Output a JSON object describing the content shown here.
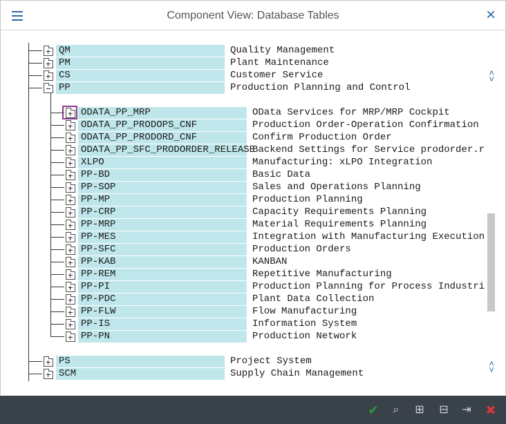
{
  "window": {
    "title": "Component View: Database Tables"
  },
  "tree": {
    "top_nodes": [
      {
        "key": "QM",
        "description": "Quality Management"
      },
      {
        "key": "PM",
        "description": "Plant Maintenance"
      },
      {
        "key": "CS",
        "description": "Customer Service"
      },
      {
        "key": "PP",
        "description": "Production Planning and Control"
      }
    ],
    "pp_children": [
      {
        "key": "ODATA_PP_MRP",
        "description": "OData Services for MRP/MRP Cockpit"
      },
      {
        "key": "ODATA_PP_PRODOPS_CNF",
        "description": "Production Order-Operation Confirmation"
      },
      {
        "key": "ODATA_PP_PRODORD_CNF",
        "description": "Confirm Production Order"
      },
      {
        "key": "ODATA_PP_SFC_PRODORDER_RELEASE",
        "description": "Backend Settings for Service prodorder.rel"
      },
      {
        "key": "XLPO",
        "description": "Manufacturing: xLPO Integration"
      },
      {
        "key": "PP-BD",
        "description": "Basic Data"
      },
      {
        "key": "PP-SOP",
        "description": "Sales and Operations Planning"
      },
      {
        "key": "PP-MP",
        "description": "Production Planning"
      },
      {
        "key": "PP-CRP",
        "description": "Capacity Requirements Planning"
      },
      {
        "key": "PP-MRP",
        "description": "Material Requirements Planning"
      },
      {
        "key": "PP-MES",
        "description": "Integration with Manufacturing Execution Sy"
      },
      {
        "key": "PP-SFC",
        "description": "Production Orders"
      },
      {
        "key": "PP-KAB",
        "description": "KANBAN"
      },
      {
        "key": "PP-REM",
        "description": "Repetitive Manufacturing"
      },
      {
        "key": "PP-PI",
        "description": "Production Planning for Process Industries"
      },
      {
        "key": "PP-PDC",
        "description": "Plant Data Collection"
      },
      {
        "key": "PP-FLW",
        "description": "Flow Manufacturing"
      },
      {
        "key": "PP-IS",
        "description": "Information System"
      },
      {
        "key": "PP-PN",
        "description": "Production Network"
      }
    ],
    "bottom_nodes": [
      {
        "key": "PS",
        "description": "Project System"
      },
      {
        "key": "SCM",
        "description": "Supply Chain Management"
      }
    ]
  },
  "icons": {
    "menu": "hamburger-icon",
    "close": "close-icon",
    "scroll_up": "chevrons-up-icon",
    "scroll_down": "chevrons-down-icon",
    "scroll_left": "chevron-left-icon",
    "scroll_right": "chevron-right-icon"
  },
  "footer_buttons": [
    "check-icon",
    "find-icon",
    "expand-subtree-icon",
    "collapse-subtree-icon",
    "insert-icon",
    "cancel-icon"
  ],
  "colors": {
    "accent": "#2a6aa8",
    "row_highlight": "#bfe6ea",
    "selection_border": "#8b3c8f",
    "footer_bg": "#394149",
    "confirm": "#2e9b3d",
    "cancel": "#d9363e"
  }
}
